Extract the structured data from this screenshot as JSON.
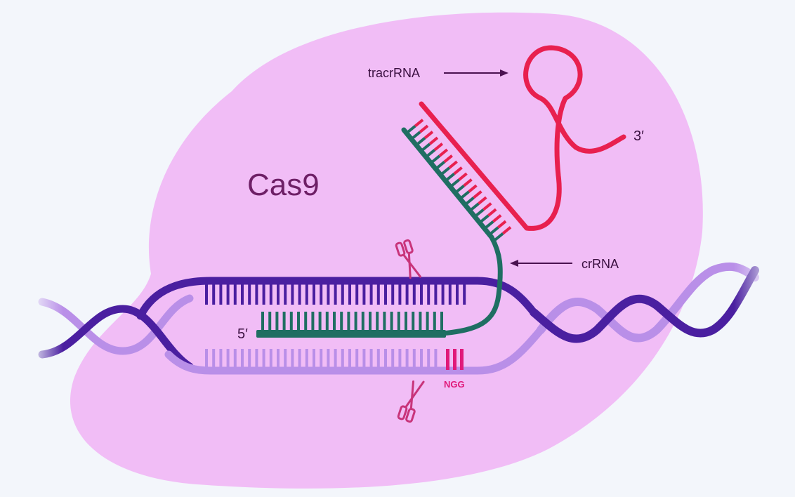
{
  "labels": {
    "protein": "Cas9",
    "tracrrna": "tracrRNA",
    "crrna": "crRNA",
    "three_prime": "3′",
    "five_prime": "5′",
    "pam": "NGG"
  },
  "colors": {
    "background": "#f3f6fb",
    "cas9_blob": "#f1bdf6",
    "cas9_text": "#6e1f66",
    "dna_dark": "#4a1fa0",
    "dna_light": "#b98fe8",
    "crrna": "#1f6e62",
    "tracrrna": "#e8204f",
    "pam": "#e0197a",
    "scissors": "#c8347a",
    "arrow": "#4a1250"
  },
  "icons": [
    "scissors-top-icon",
    "scissors-bottom-icon",
    "tracrrna-arrow-icon",
    "crrna-arrow-icon"
  ]
}
